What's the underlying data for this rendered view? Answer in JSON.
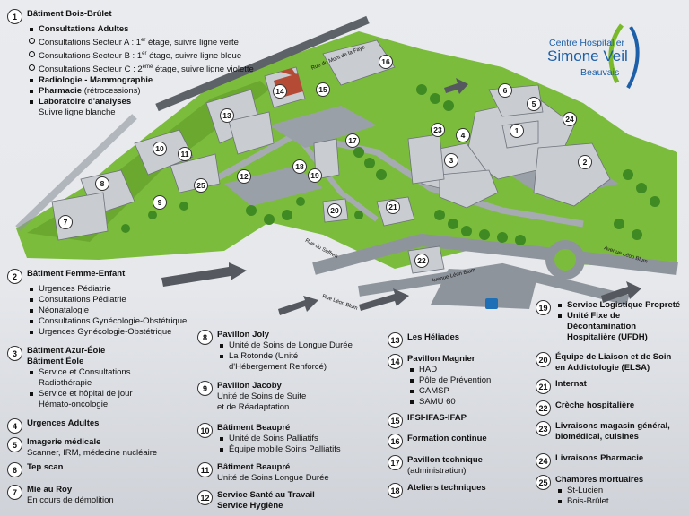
{
  "logo": {
    "line1": "Centre Hospitalier",
    "line2": "Simone Veil",
    "line3": "Beauvais"
  },
  "streets": {
    "s1": "Rue du Mont de la Faye",
    "s2": "Rue du Suffren",
    "s3": "Avenue Léon Blum",
    "s4": "Rue Léon Blum",
    "s5": "Avenue Léon Blum"
  },
  "map_labels": [
    "1",
    "2",
    "3",
    "4",
    "5",
    "6",
    "7",
    "8",
    "9",
    "10",
    "11",
    "12",
    "13",
    "14",
    "15",
    "16",
    "17",
    "18",
    "19",
    "20",
    "21",
    "22",
    "23",
    "24",
    "25"
  ],
  "legend": {
    "b1": {
      "num": "1",
      "title": "Bâtiment Bois-Brûlet",
      "items": [
        {
          "type": "sq",
          "bold": "Consultations Adultes",
          "text": ""
        },
        {
          "type": "ci",
          "pre": "Consultations Secteur A : 1",
          "sup": "er",
          "post": " étage, suivre ligne verte"
        },
        {
          "type": "ci",
          "pre": "Consultations Secteur B : 1",
          "sup": "er",
          "post": " étage, suivre ligne bleue"
        },
        {
          "type": "ci",
          "pre": "Consultations Secteur C : 2",
          "sup": "ème",
          "post": " étage, suivre ligne violette"
        },
        {
          "type": "sq",
          "bold": "Radiologie - Mammographie",
          "text": ""
        },
        {
          "type": "sq",
          "bold": "Pharmacie",
          "text": " (rétrocessions)"
        },
        {
          "type": "sq",
          "bold": "Laboratoire d'analyses",
          "text": ""
        }
      ],
      "extra": "Suivre ligne blanche"
    },
    "b2": {
      "num": "2",
      "title": "Bâtiment Femme-Enfant",
      "items": [
        "Urgences Pédiatrie",
        "Consultations Pédiatrie",
        "Néonatalogie",
        "Consultations Gynécologie-Obstétrique",
        "Urgences Gynécologie-Obstétrique"
      ]
    },
    "b3": {
      "num": "3",
      "title1": "Bâtiment Azur-Éole",
      "title2": "Bâtiment Éole",
      "items": [
        "Service et Consultations",
        "Radiothérapie",
        "Service et hôpital de jour",
        "Hémato-oncologie"
      ]
    },
    "b4": {
      "num": "4",
      "title": "Urgences Adultes"
    },
    "b5": {
      "num": "5",
      "title": "Imagerie médicale",
      "text": "Scanner, IRM, médecine nucléaire"
    },
    "b6": {
      "num": "6",
      "title": "Tep scan"
    },
    "b7": {
      "num": "7",
      "title": "Mie au Roy",
      "text": "En cours de démolition"
    },
    "b8": {
      "num": "8",
      "title": "Pavillon Joly",
      "items": [
        "Unité de Soins de Longue Durée",
        "La Rotonde (Unité",
        "d'Hébergement Renforcé)"
      ]
    },
    "b9": {
      "num": "9",
      "title": "Pavillon Jacoby",
      "text1": "Unité de Soins de Suite",
      "text2": "et de Réadaptation"
    },
    "b10": {
      "num": "10",
      "title": "Bâtiment Beaupré",
      "items": [
        "Unité de Soins Palliatifs",
        "Équipe mobile Soins Palliatifs"
      ]
    },
    "b11": {
      "num": "11",
      "title": "Bâtiment Beaupré",
      "text": "Unité de Soins Longue Durée"
    },
    "b12": {
      "num": "12",
      "title1": "Service Santé au Travail",
      "title2": "Service Hygiène"
    },
    "b13": {
      "num": "13",
      "title": "Les Héliades"
    },
    "b14": {
      "num": "14",
      "title": "Pavillon Magnier",
      "items": [
        "HAD",
        "Pôle de Prévention",
        "CAMSP",
        "SAMU 60"
      ]
    },
    "b15": {
      "num": "15",
      "title": "IFSI-IFAS-IFAP"
    },
    "b16": {
      "num": "16",
      "title": "Formation continue"
    },
    "b17": {
      "num": "17",
      "title": "Pavillon technique",
      "text": "(administration)"
    },
    "b18": {
      "num": "18",
      "title": "Ateliers techniques"
    },
    "b19": {
      "num": "19",
      "items": [
        "Service Logistique Propreté",
        "Unité Fixe de",
        "Décontamination",
        "Hospitalière (UFDH)"
      ]
    },
    "b20": {
      "num": "20",
      "title1": "Équipe de Liaison et de Soin",
      "title2": "en Addictologie (ELSA)"
    },
    "b21": {
      "num": "21",
      "title": "Internat"
    },
    "b22": {
      "num": "22",
      "title": "Crèche hospitalière"
    },
    "b23": {
      "num": "23",
      "title1": "Livraisons magasin général,",
      "title2": "biomédical, cuisines"
    },
    "b24": {
      "num": "24",
      "title": "Livraisons Pharmacie"
    },
    "b25": {
      "num": "25",
      "title": "Chambres mortuaires",
      "items": [
        "St-Lucien",
        "Bois-Brûlet"
      ]
    }
  },
  "colors": {
    "grass": "#7cbc3c",
    "road": "#8e949c",
    "roof": "#b9bcc2",
    "brand": "#1d5fa8",
    "accent_green": "#7ab929",
    "parking": "#1e6fb5"
  }
}
